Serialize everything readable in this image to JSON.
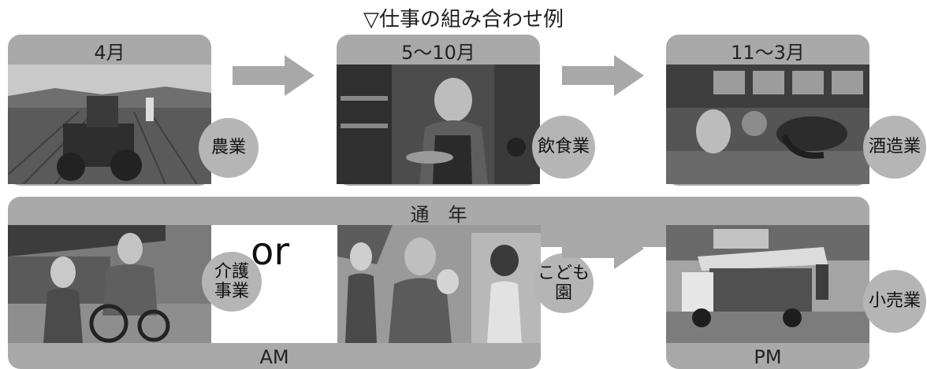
{
  "title": "▽仕事の組み合わせ例",
  "seasons": [
    {
      "period": "4月",
      "job": "農業",
      "photo_icon": "farm-tractor-photo"
    },
    {
      "period": "5～10月",
      "job": "飲食業",
      "photo_icon": "restaurant-waiter-photo"
    },
    {
      "period": "11～3月",
      "job": "酒造業",
      "photo_icon": "sake-brewery-photo"
    }
  ],
  "year_round": {
    "label": "通　年",
    "or_text": "or",
    "am_label": "AM",
    "pm_label": "PM",
    "jobs": [
      {
        "line1": "介護",
        "line2": "事業",
        "photo_icon": "caregiver-wheelchair-photo"
      },
      {
        "line1": "こども",
        "line2": "園",
        "photo_icon": "nursery-children-photo"
      },
      {
        "line1": "小売業",
        "photo_icon": "mobile-shop-truck-photo"
      }
    ]
  },
  "icons": {
    "arrow": "right-arrow-icon"
  },
  "colors": {
    "band": "#a9a9a9",
    "circle": "#b5b5b5",
    "arrow": "#a8a8a8",
    "text": "#111111"
  }
}
